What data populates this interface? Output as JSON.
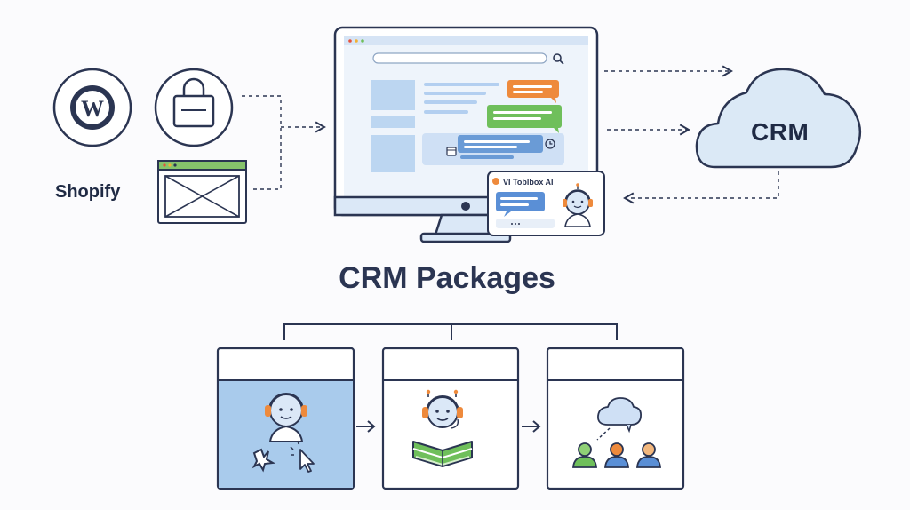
{
  "labels": {
    "shopify": "Shopify",
    "crm": "CRM",
    "title": "CRM Packages",
    "chat_widget": "VI Toblbox AI"
  },
  "icons": [
    "wordpress-icon",
    "shopping-bag-icon",
    "image-placeholder-icon",
    "search-icon",
    "calendar-icon",
    "clock-icon",
    "cloud-icon",
    "agent-headset-icon",
    "cursor-icon",
    "book-icon",
    "people-icon"
  ],
  "colors": {
    "outline": "#2b3552",
    "blue_light": "#dbe8f7",
    "blue_fill": "#a9cbec",
    "green": "#6fbf5b",
    "orange": "#ee8a3c",
    "cloud": "#dbe9f6"
  }
}
